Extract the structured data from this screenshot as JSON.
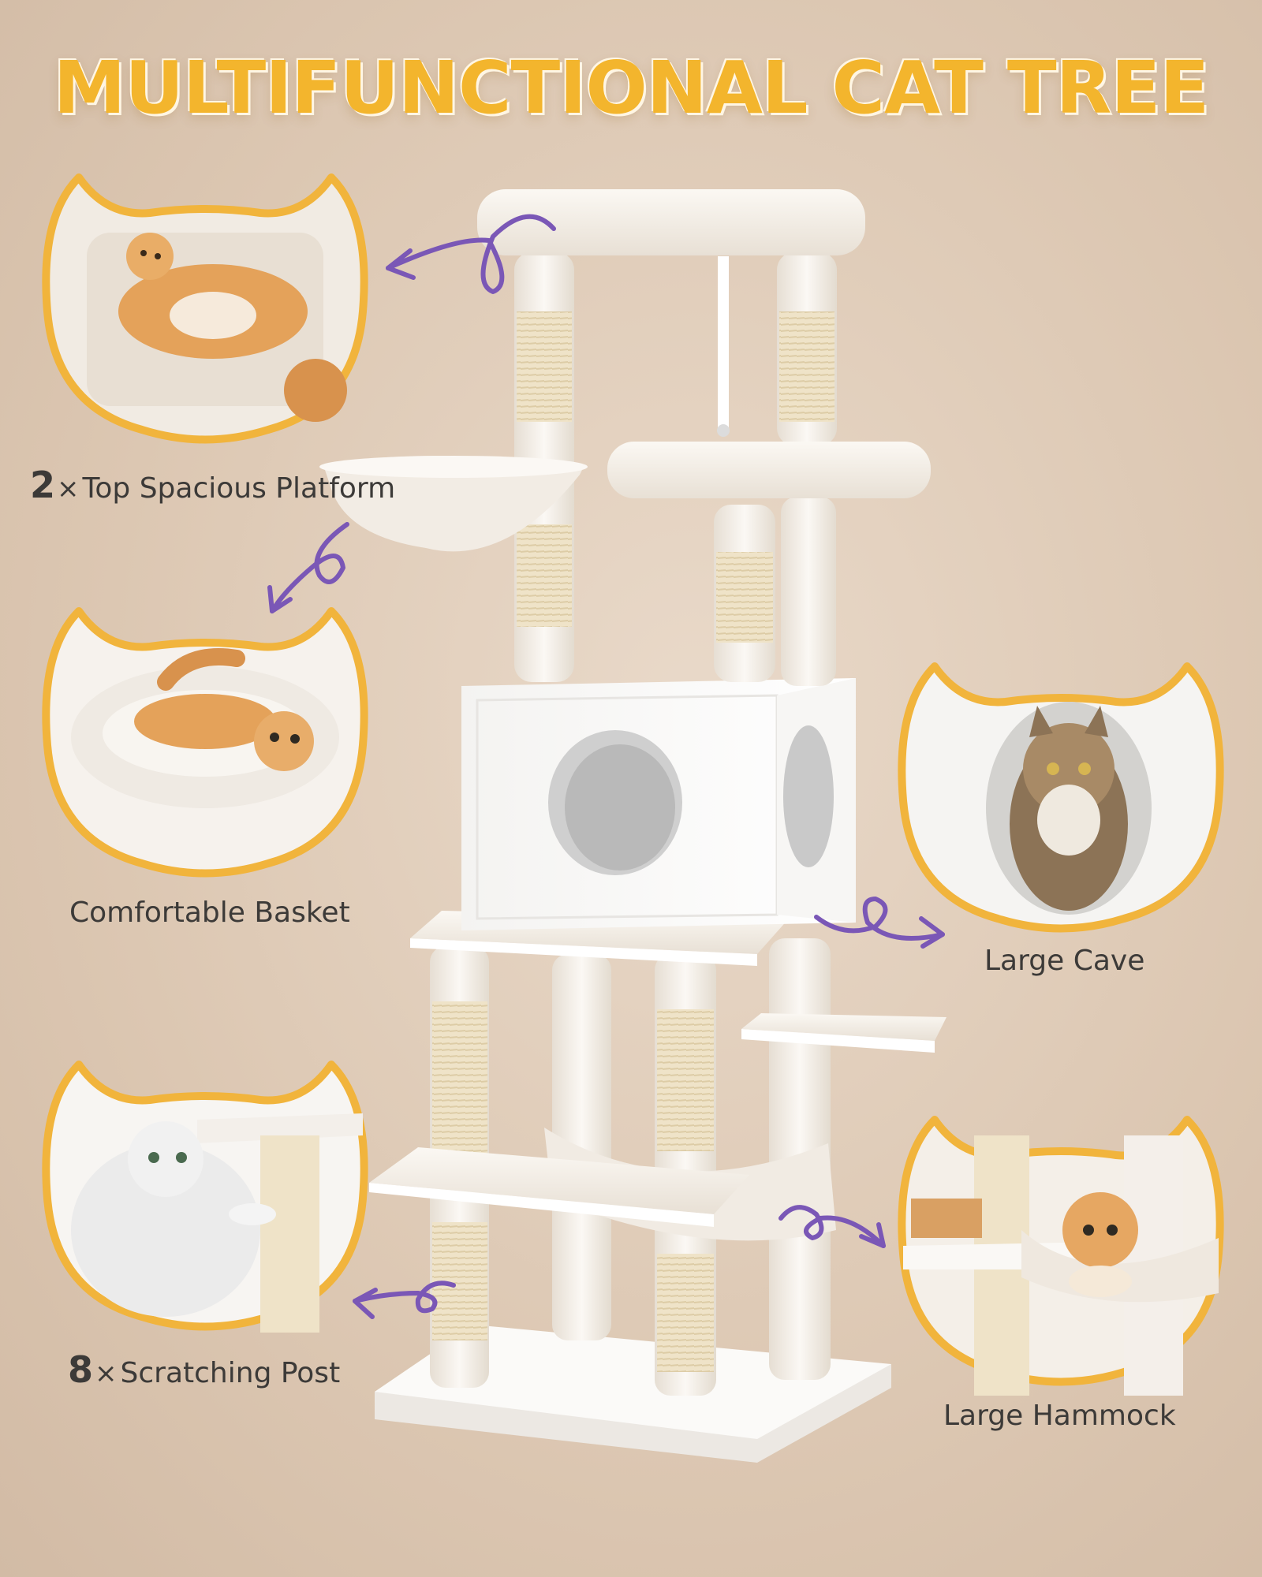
{
  "title": "MULTIFUNCTIONAL CAT TREE",
  "features": [
    {
      "count": "2",
      "times": "×",
      "label": "Top Spacious Platform"
    },
    {
      "count": "",
      "times": "",
      "label": "Comfortable Basket"
    },
    {
      "count": "",
      "times": "",
      "label": "Large Cave"
    },
    {
      "count": "8",
      "times": "×",
      "label": "Scratching Post"
    },
    {
      "count": "",
      "times": "",
      "label": "Large Hammock"
    }
  ],
  "colors": {
    "title": "#f3b52d",
    "frame": "#f1b43c",
    "arrow": "#7a57b6",
    "plush": "#f4efe8",
    "sisal": "#eadfc4",
    "cat_orange": "#e4a25a"
  },
  "icons": [
    "cat-head-frame-icon",
    "curly-arrow-icon"
  ]
}
